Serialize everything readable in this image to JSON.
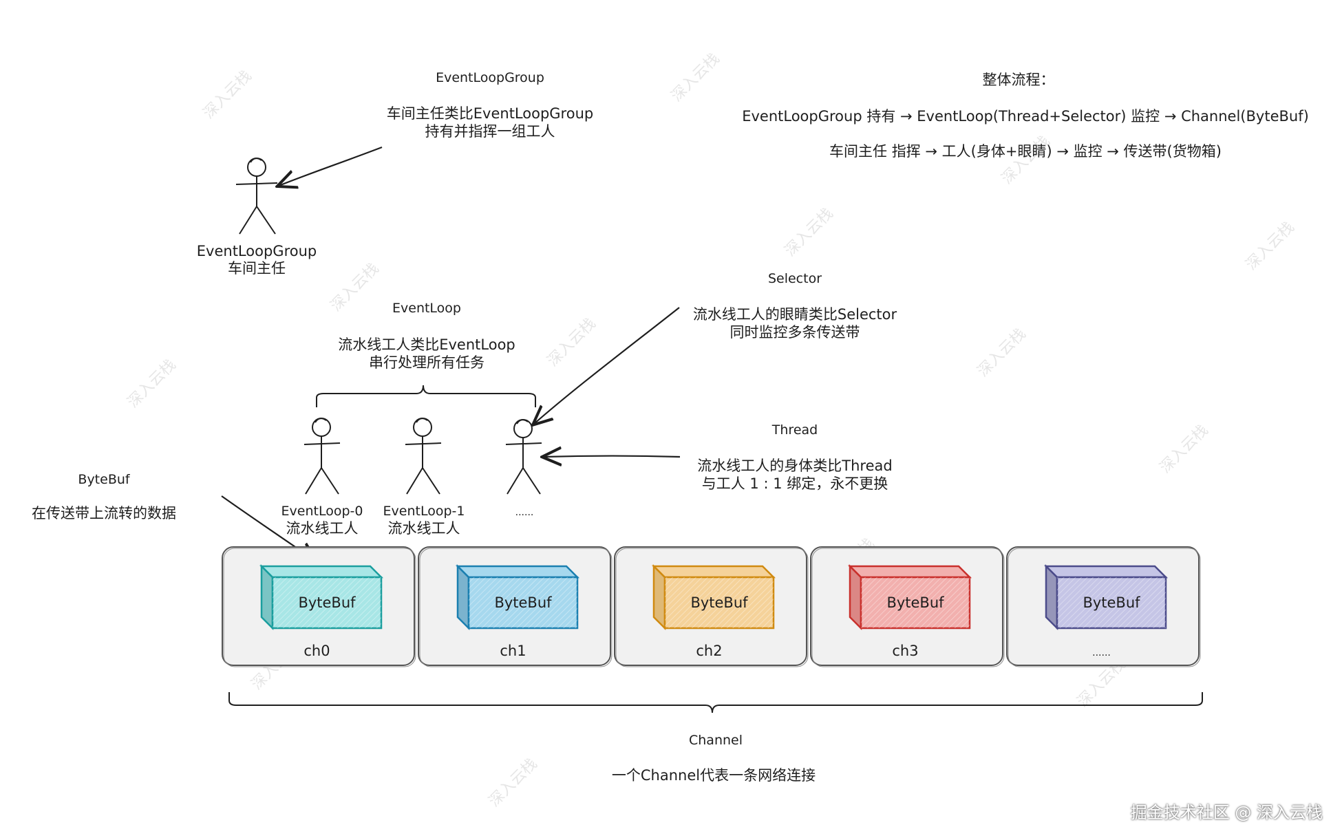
{
  "event_loop_group": {
    "heading": "EventLoopGroup",
    "desc_line1": "车间主任类比EventLoopGroup",
    "desc_line2": "持有并指挥一组工人",
    "figure_label_line1": "EventLoopGroup",
    "figure_label_line2": "车间主任"
  },
  "flow": {
    "heading": "整体流程：",
    "line1": "EventLoopGroup 持有 → EventLoop(Thread+Selector) 监控 → Channel(ByteBuf)",
    "line2": "车间主任 指挥 → 工人(身体+眼睛) → 监控 → 传送带(货物箱)"
  },
  "selector": {
    "heading": "Selector",
    "desc_line1": "流水线工人的眼睛类比Selector",
    "desc_line2": "同时监控多条传送带"
  },
  "event_loop": {
    "heading": "EventLoop",
    "desc_line1": "流水线工人类比EventLoop",
    "desc_line2": "串行处理所有任务"
  },
  "thread": {
    "heading": "Thread",
    "desc_line1": "流水线工人的身体类比Thread",
    "desc_line2": "与工人 1 : 1 绑定，永不更换"
  },
  "bytebuf_note": {
    "heading": "ByteBuf",
    "desc": "在传送带上流转的数据"
  },
  "workers": [
    {
      "label_line1": "EventLoop-0",
      "label_line2": "流水线工人"
    },
    {
      "label_line1": "EventLoop-1",
      "label_line2": "流水线工人"
    },
    {
      "label_line1": "......",
      "label_line2": ""
    }
  ],
  "channels": [
    {
      "box_label": "ByteBuf",
      "name": "ch0",
      "color": "#1a9e9e",
      "fill": "#a8e6e6"
    },
    {
      "box_label": "ByteBuf",
      "name": "ch1",
      "color": "#1a7fb0",
      "fill": "#a6d8ee"
    },
    {
      "box_label": "ByteBuf",
      "name": "ch2",
      "color": "#d08a10",
      "fill": "#f5d29a"
    },
    {
      "box_label": "ByteBuf",
      "name": "ch3",
      "color": "#c9302c",
      "fill": "#f2b0ae"
    },
    {
      "box_label": "ByteBuf",
      "name": "......",
      "color": "#4b4b8a",
      "fill": "#c5c5e6"
    }
  ],
  "channel": {
    "heading": "Channel",
    "desc": "一个Channel代表一条网络连接"
  },
  "watermark": "深入云栈",
  "credit": "掘金技术社区 @ 深入云栈"
}
